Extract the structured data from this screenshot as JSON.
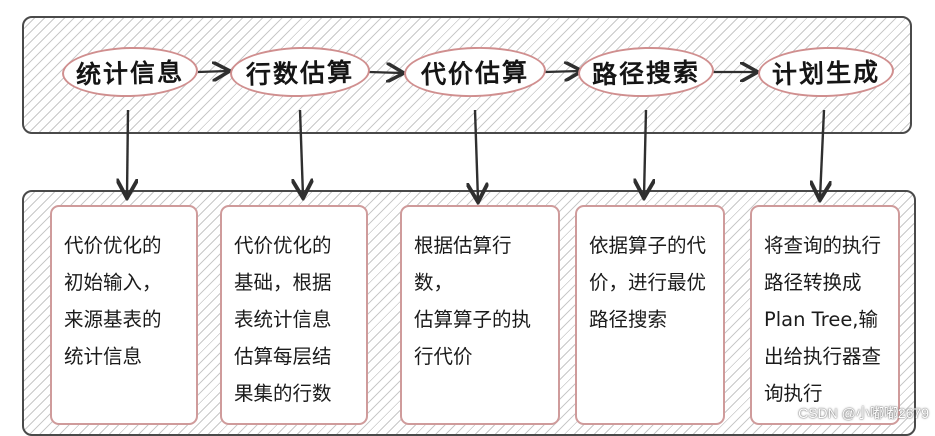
{
  "pipeline": {
    "stages": [
      {
        "label": "统计信息"
      },
      {
        "label": "行数估算"
      },
      {
        "label": "代价估算"
      },
      {
        "label": "路径搜索"
      },
      {
        "label": "计划生成"
      }
    ]
  },
  "descriptions": [
    {
      "text": "代价优化的\n初始输入，\n来源基表的\n统计信息"
    },
    {
      "text": "代价优化的\n基础，根据\n表统计信息\n估算每层结\n果集的行数"
    },
    {
      "text": "根据估算行数，\n估算算子的执\n行代价"
    },
    {
      "text": "依据算子的代\n价，进行最优\n路径搜索"
    },
    {
      "text": "将查询的执行\n路径转换成\nPlan Tree,输\n出给执行器查\n询执行"
    }
  ],
  "watermark": "CSDN @小嘟嘟2679",
  "colors": {
    "frame": "#4a4a4a",
    "stage_border": "#d08f8f",
    "card_border": "#cf9b9b",
    "arrow": "#2f2f2f",
    "hatch": "#c9c9c9"
  }
}
